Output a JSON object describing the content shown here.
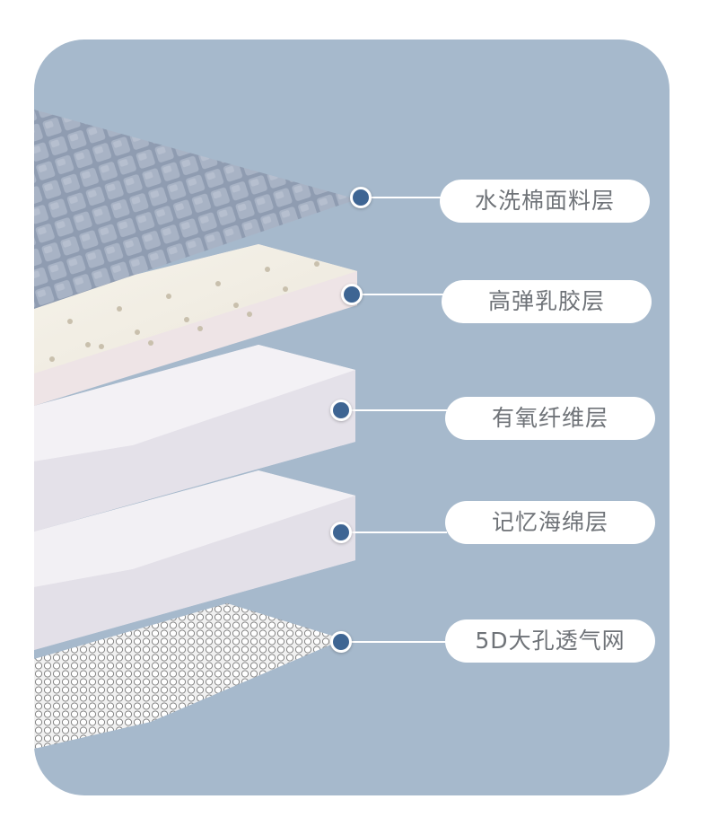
{
  "colors": {
    "panel_bg": "#a6b9cc",
    "dot": "#3e6593",
    "label_bg": "#ffffff",
    "label_text": "#6f7378"
  },
  "layers": [
    {
      "name": "fabric-layer",
      "label": "水洗棉面料层",
      "icon": "quilted-fabric"
    },
    {
      "name": "latex-layer",
      "label": "高弹乳胶层",
      "icon": "perforated-latex"
    },
    {
      "name": "fiber-layer",
      "label": "有氧纤维层",
      "icon": "fiber-slab"
    },
    {
      "name": "foam-layer",
      "label": "记忆海绵层",
      "icon": "memory-foam-slab"
    },
    {
      "name": "mesh-layer",
      "label": "5D大孔透气网",
      "icon": "3d-mesh"
    }
  ]
}
